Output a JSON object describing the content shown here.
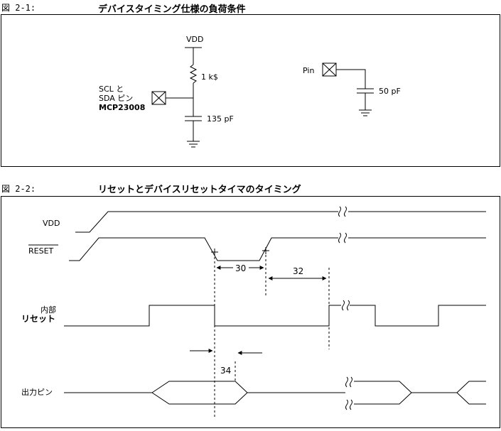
{
  "figure1": {
    "number": "図 2-1:",
    "title": "デバイスタイミング仕様の負荷条件",
    "labels": {
      "vdd": "VDD",
      "resistor": "1 k$",
      "scl_line": "SCL と",
      "sda_line": "SDA ピン",
      "device": "MCP23008",
      "cap1": "135 pF",
      "pin": "Pin",
      "cap2": "50 pF"
    }
  },
  "figure2": {
    "number": "図 2-2:",
    "title": "リセットとデバイスリセットタイマのタイミング",
    "signals": {
      "vdd": "VDD",
      "reset": "RESET",
      "internal_top": "内部",
      "internal_bottom": "リセット",
      "output": "出力ピン"
    },
    "params": {
      "p30": "30",
      "p32": "32",
      "p34": "34"
    }
  }
}
